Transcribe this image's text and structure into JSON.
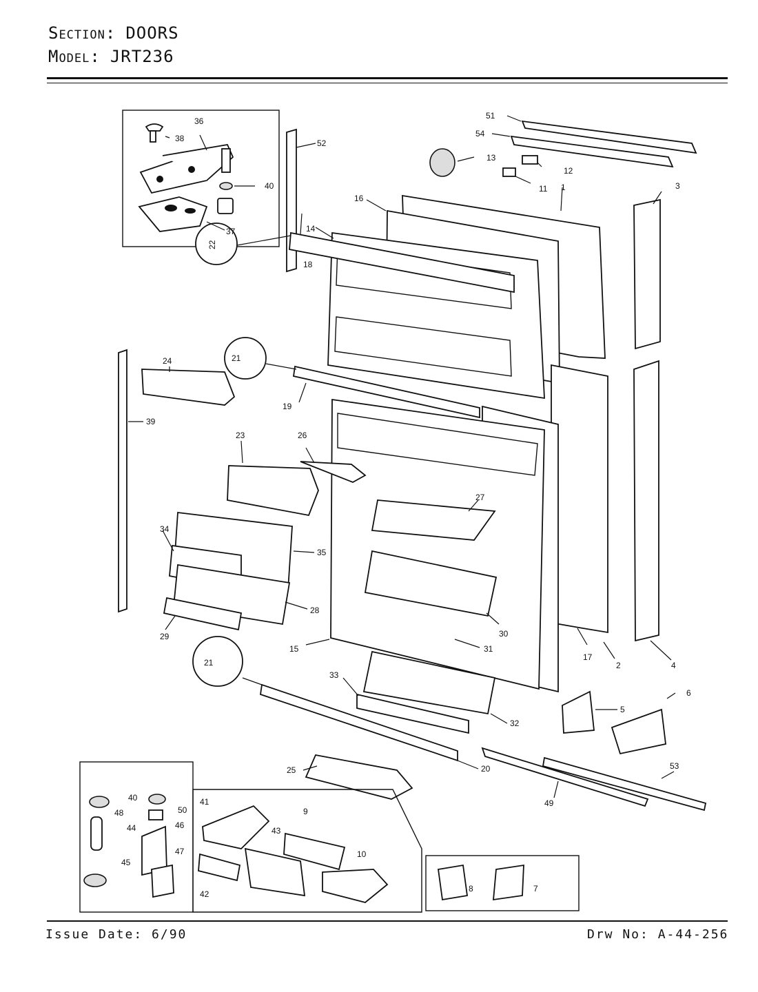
{
  "header": {
    "section_label": "Section:",
    "section_value": "DOORS",
    "model_label": "Model:",
    "model_value": "JRT236"
  },
  "footer": {
    "issue_date": "Issue Date: 6/90",
    "drawing_no": "Drw No: A-44-256"
  },
  "callouts": {
    "c1": "1",
    "c2": "2",
    "c3": "3",
    "c4": "4",
    "c5": "5",
    "c6": "6",
    "c7": "7",
    "c8": "8",
    "c9": "9",
    "c10": "10",
    "c11": "11",
    "c12": "12",
    "c13": "13",
    "c14": "14",
    "c15": "15",
    "c16": "16",
    "c17": "17",
    "c18": "18",
    "c19": "19",
    "c20": "20",
    "c21a": "21",
    "c21b": "21",
    "c22": "22",
    "c23": "23",
    "c24": "24",
    "c25": "25",
    "c26": "26",
    "c27": "27",
    "c28": "28",
    "c29": "29",
    "c30": "30",
    "c31": "31",
    "c32": "32",
    "c33": "33",
    "c34": "34",
    "c35": "35",
    "c36": "36",
    "c37": "37",
    "c38": "38",
    "c39": "39",
    "c40a": "40",
    "c40b": "40",
    "c41": "41",
    "c42": "42",
    "c43": "43",
    "c44": "44",
    "c45": "45",
    "c46": "46",
    "c47": "47",
    "c48": "48",
    "c49": "49",
    "c50": "50",
    "c51": "51",
    "c52": "52",
    "c53": "53",
    "c54": "54"
  }
}
